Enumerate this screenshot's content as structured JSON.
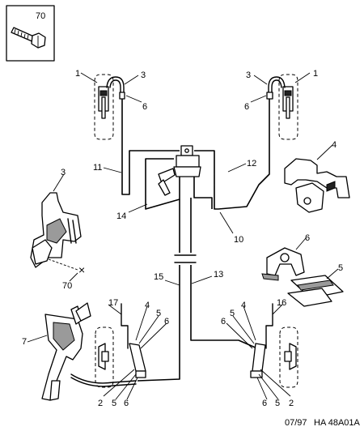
{
  "callouts": {
    "c70_box": "70",
    "c1_left": "1",
    "c3_left_top": "3",
    "c6_left_top": "6",
    "c3_right_top": "3",
    "c6_right_top": "6",
    "c1_right": "1",
    "c11": "11",
    "c12": "12",
    "c4_bracket": "4",
    "c3_mid": "3",
    "c14": "14",
    "c10": "10",
    "c6_clip": "6",
    "c5_clip": "5",
    "c70_mid": "70",
    "c15": "15",
    "c13": "13",
    "c17": "17",
    "c4_left_bot": "4",
    "c5_left_bot_top": "5",
    "c6_left_bot_top": "6",
    "c16": "16",
    "c4_right_bot": "4",
    "c5_right_bot_top": "5",
    "c6_right_bot_top": "6",
    "c7": "7",
    "c2_left": "2",
    "c5_left_bottom": "5",
    "c6_left_bottom": "6",
    "c6_right_bottom": "6",
    "c5_right_bottom": "5",
    "c2_right": "2"
  },
  "footer": {
    "date": "07/97",
    "code": "HA 48A01A"
  }
}
